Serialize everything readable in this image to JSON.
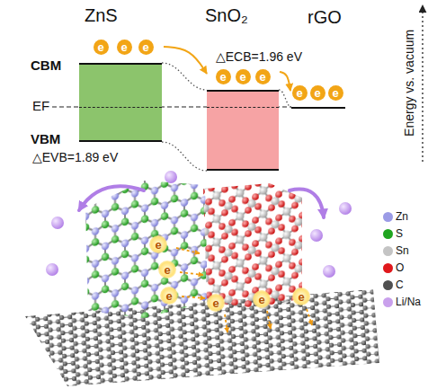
{
  "diagram": {
    "nodes": [
      {
        "text": [
          "ZnS",
          "e",
          "e",
          "e"
        ]
      },
      {
        "text": [
          "SnO₂",
          "e",
          "e",
          "e"
        ]
      },
      {
        "text": [
          "rGO",
          "e",
          "e",
          "e"
        ]
      }
    ],
    "edges": [
      {
        "from": 0,
        "to": 1,
        "arrow": "to"
      },
      {
        "from": 1,
        "to": 2,
        "arrow": "to"
      }
    ],
    "labels": [
      "CBM",
      "EF",
      "VBM",
      "△ECB=1.96 eV",
      "△EVB=1.89 eV",
      "Energy vs. vacuum",
      "e",
      "e",
      "e",
      "e",
      "e",
      "e"
    ],
    "legend": [
      {
        "text": "Zn",
        "color": "#9b9be6"
      },
      {
        "text": "S",
        "color": "#1fa51f"
      },
      {
        "text": "Sn",
        "color": "#c4c4c4"
      },
      {
        "text": "O",
        "color": "#e0181c"
      },
      {
        "text": "C",
        "color": "#505050"
      },
      {
        "text": "Li/Na",
        "color": "#c9a0ec"
      }
    ]
  }
}
